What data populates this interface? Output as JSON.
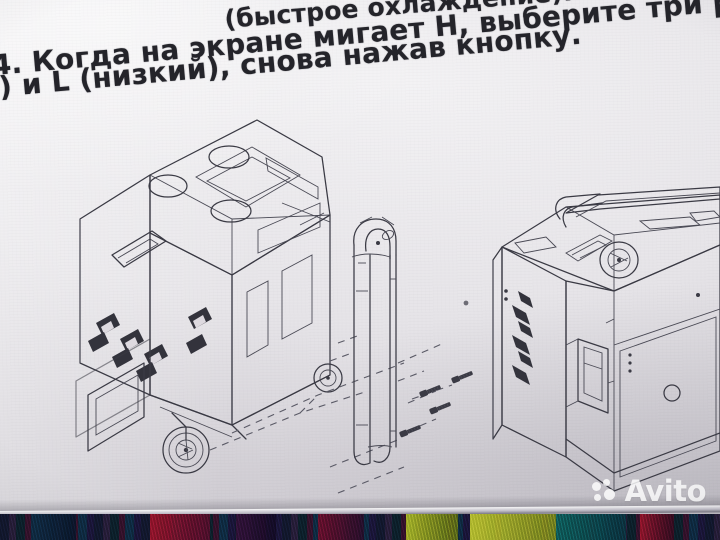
{
  "photo": {
    "subject": "printed instruction manual page photographed on a patterned textile",
    "background_color": "#d8d6da",
    "paper_color": "#eceaef",
    "ink_color": "#3a3a44"
  },
  "text": {
    "line1": "(быстрое охлаждение).",
    "line2_prefix": "4. Когда на экране мигает ",
    "line2_bold": "H",
    "line2_suffix": ", выберите три режима",
    "line3_prefix": "й) и ",
    "line3_bold": "L",
    "line3_suffix": " (низкий), снова нажав кнопку."
  },
  "diagram": {
    "title": "exploded assembly view",
    "parts": [
      {
        "name": "portable-generator-left",
        "description": "inverter generator with wheels, louvered vents, control panel and top handles"
      },
      {
        "name": "telescoping-handle",
        "description": "U-shaped pull handle assembly"
      },
      {
        "name": "portable-generator-right",
        "description": "generator shown with handle fitted, rotated view"
      },
      {
        "name": "screw",
        "count": 4,
        "description": "mounting bolts on dashed assembly lines"
      }
    ],
    "assembly_lines": "dashed"
  },
  "watermark": {
    "brand": "Avito",
    "color": "#ffffff",
    "logo": "avito-dots-icon"
  },
  "fabric": {
    "description": "multicolour woven textile strip visible below the page edge",
    "colors": [
      "#141a33",
      "#2b2140",
      "#0e2430",
      "#3a1430",
      "#10304a",
      "#b8c22a",
      "#a8162f",
      "#0f6f6a"
    ]
  }
}
